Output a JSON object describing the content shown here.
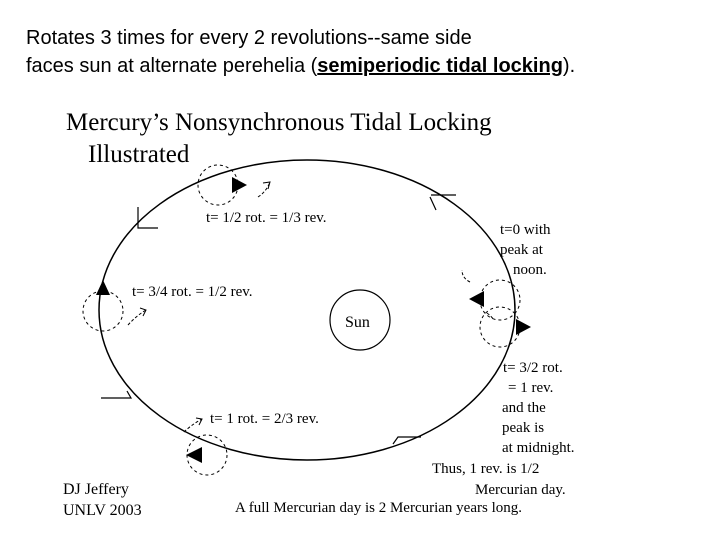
{
  "header": {
    "line1": "Rotates 3 times for every 2 revolutions--same side",
    "line2_pre": "faces sun at alternate perehelia (",
    "line2_link": "semiperiodic tidal locking",
    "line2_post": ")."
  },
  "diagram": {
    "title_line1": "Mercury’s Nonsynchronous Tidal Locking",
    "title_line2": "Illustrated",
    "sun_label": "Sun",
    "label_top": "t= 1/2 rot. = 1/3 rev.",
    "label_left": "t= 3/4 rot. = 1/2 rev.",
    "label_bottom": "t= 1 rot. = 2/3 rev.",
    "label_t0": [
      "t=0 with",
      "peak at",
      "noon."
    ],
    "label_t32": [
      "t= 3/2 rot.",
      "= 1 rev.",
      "and the",
      "peak is",
      "at midnight."
    ],
    "label_thus": [
      "Thus, 1 rev. is 1/2",
      "Mercurian day."
    ],
    "label_full": "A full Mercurian day is 2 Mercurian years long.",
    "credit": [
      "DJ Jeffery",
      "UNLV 2003"
    ]
  }
}
